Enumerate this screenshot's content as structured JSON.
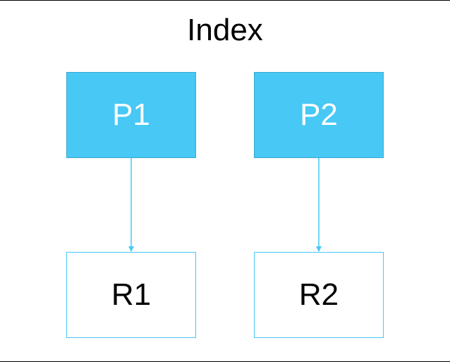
{
  "diagram": {
    "title": "Index",
    "accent_color": "#47c8f5",
    "nodes": {
      "p1": {
        "label": "P1",
        "kind": "primary"
      },
      "p2": {
        "label": "P2",
        "kind": "primary"
      },
      "r1": {
        "label": "R1",
        "kind": "replica"
      },
      "r2": {
        "label": "R2",
        "kind": "replica"
      }
    },
    "edges": [
      {
        "from": "P1",
        "to": "R1"
      },
      {
        "from": "P2",
        "to": "R2"
      }
    ]
  }
}
